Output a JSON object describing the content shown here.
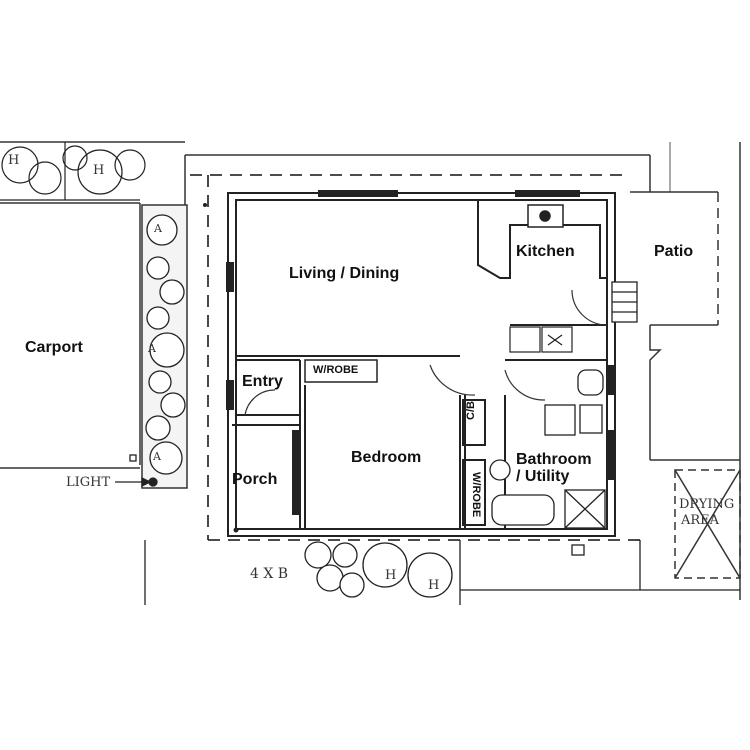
{
  "rooms": {
    "living": "Living / Dining",
    "kitchen": "Kitchen",
    "patio": "Patio",
    "carport": "Carport",
    "entry": "Entry",
    "wrobe_top": "W/ROBE",
    "bedroom": "Bedroom",
    "porch": "Porch",
    "cb": "C/B",
    "wrobe_side": "W/ROBE",
    "bathroom": "Bathroom\n/ Utility"
  },
  "annotations": {
    "light": "LIGHT",
    "drying_line1": "DRYING",
    "drying_line2": "AREA",
    "bricks": "4 X B",
    "h1": "H",
    "h2": "H",
    "h3": "H",
    "h4": "H",
    "a1": "A",
    "a2": "A",
    "a3": "A"
  }
}
